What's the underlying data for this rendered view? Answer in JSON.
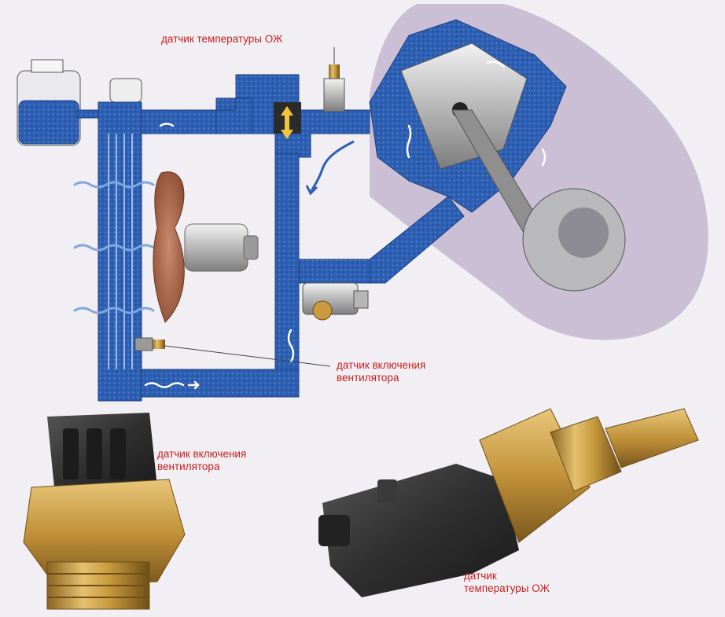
{
  "labels": {
    "coolant_temp_sensor_top": "датчик температуры ОЖ",
    "fan_switch_sensor_diagram": [
      "датчик включения",
      "вентилятора"
    ],
    "fan_switch_sensor_photo": [
      "датчик включения",
      "вентилятора"
    ],
    "coolant_temp_sensor_photo": [
      "датчик",
      "температуры ОЖ"
    ]
  },
  "colors": {
    "background": "#f1eff4",
    "engine_block": "#cbbfd6",
    "coolant": "#2d5fb3",
    "label_text": "#c8201e",
    "brass": "#c99b3e",
    "plastic": "#2f2f2f"
  }
}
